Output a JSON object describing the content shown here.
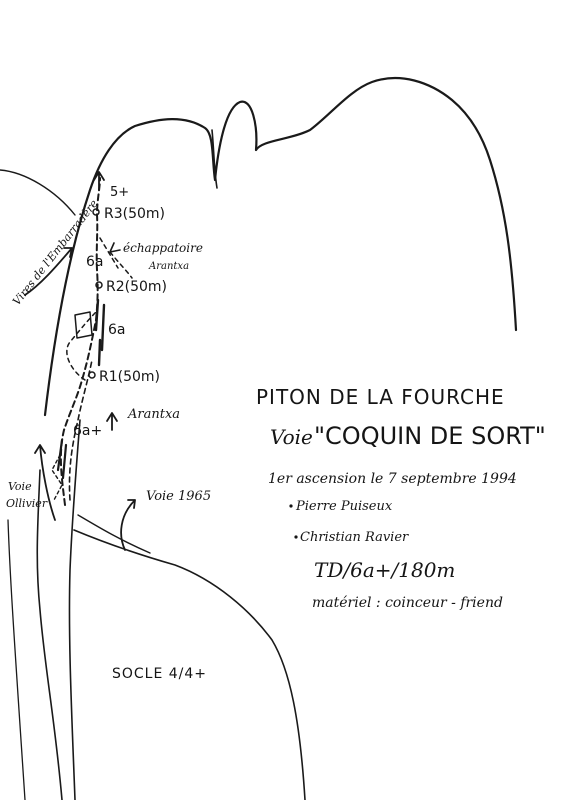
{
  "title": "PITON DE LA FOURCHE",
  "subtitle": {
    "prefix": "Voie",
    "route_name": "\"COQUIN DE SORT\""
  },
  "first_ascent": {
    "label": "1er ascension le 7 septembre 1994",
    "climbers": [
      "Pierre Puiseux",
      "Christian Ravier"
    ]
  },
  "grade_line": "TD/6a+/180m",
  "gear_line": "matériel : coinceur - friend",
  "route_labels": {
    "top_grade": "5+",
    "r3": "R3(50m)",
    "upper_grade": "6a",
    "escape": "échappatoire",
    "escape_sub": "Arantxa",
    "r2": "R2(50m)",
    "middle_grade": "6a",
    "r1": "R1(50m)",
    "lower_grade": "6a+",
    "arantxa": "Arantxa"
  },
  "side_labels": {
    "vires": "Vires de l'Embarradère",
    "ollivier_1": "Voie",
    "ollivier_2": "Ollivier",
    "voie_1965": "Voie 1965",
    "socle": "SOCLE 4/4+"
  }
}
